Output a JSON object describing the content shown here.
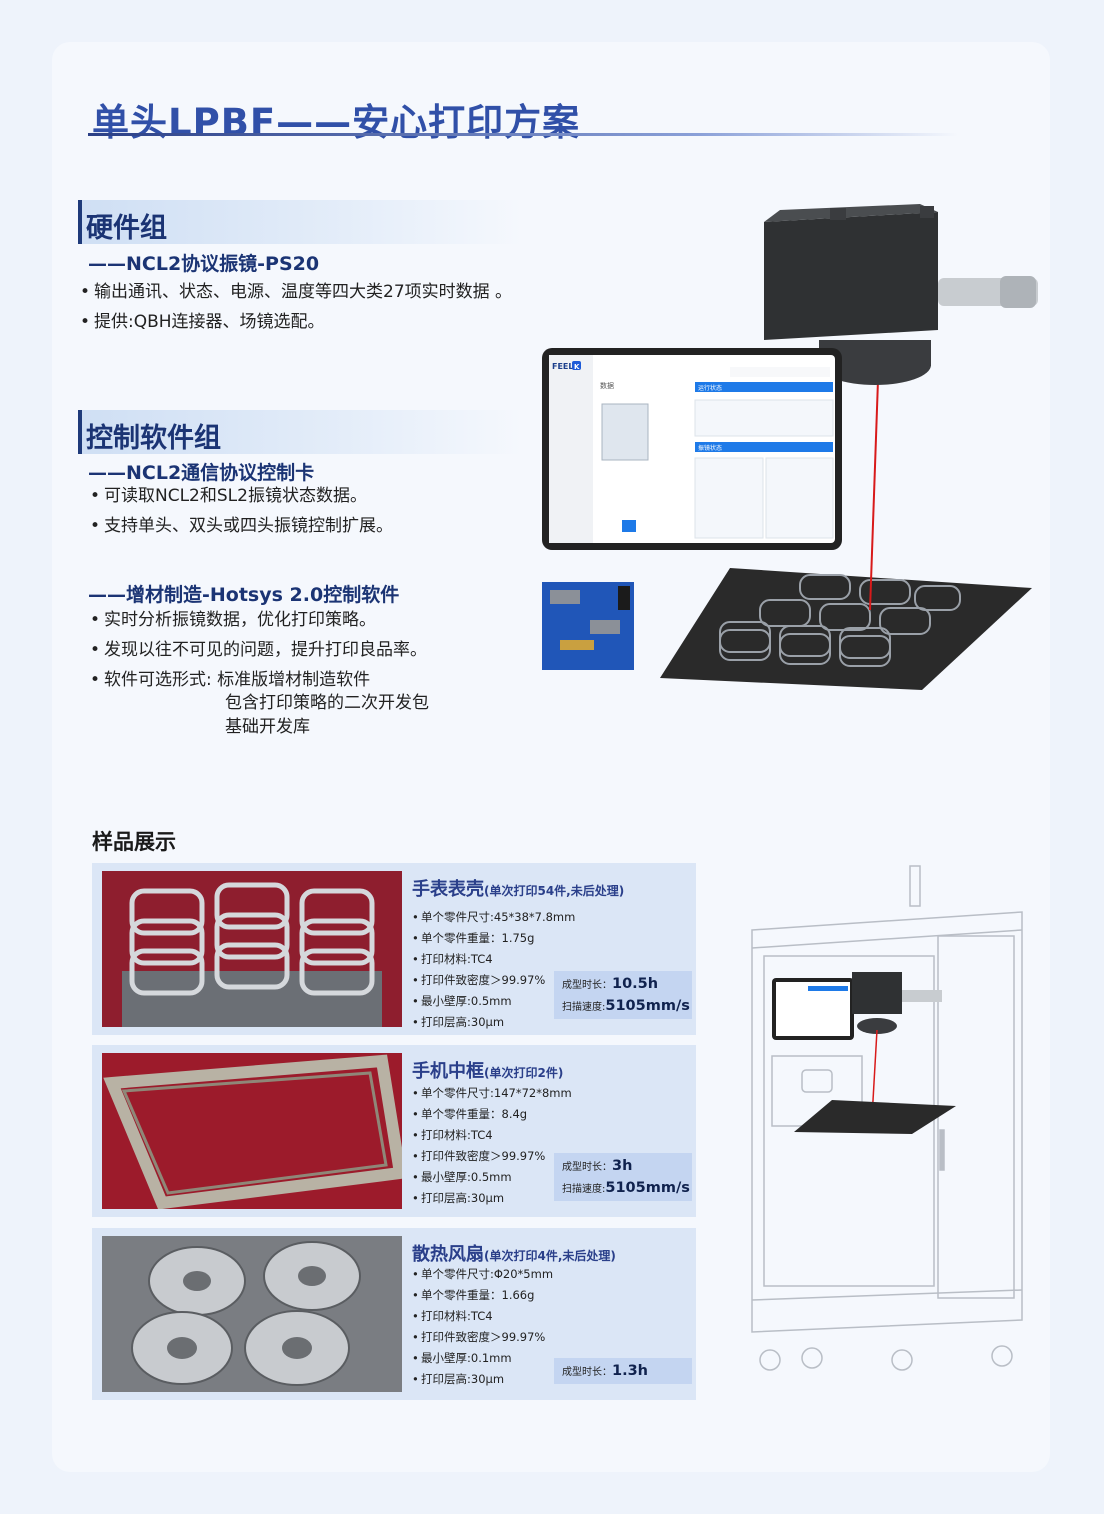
{
  "page": {
    "title": "单头LPBF——安心打印方案"
  },
  "hardware": {
    "heading": "硬件组",
    "subtitle": "——NCL2协议振镜-PS20",
    "bullets": [
      "输出通讯、状态、电源、温度等四大类27项实时数据 。",
      "提供:QBH连接器、场镜选配。"
    ]
  },
  "software": {
    "heading": "控制软件组",
    "card_subtitle": "——NCL2通信协议控制卡",
    "card_bullets": [
      "可读取NCL2和SL2振镜状态数据。",
      "支持单头、双头或四头振镜控制扩展。"
    ],
    "hotsys_subtitle": "——增材制造-Hotsys 2.0控制软件",
    "hotsys_bullets": [
      "实时分析振镜数据，优化打印策略。",
      "发现以往不可见的问题，提升打印良品率。",
      "软件可选形式: 标准版增材制造软件"
    ],
    "hotsys_options_more": [
      "包含打印策略的二次开发包",
      "基础开发库"
    ]
  },
  "tablet_ui": {
    "brand": "FEELT",
    "brand_badge": "K",
    "panel_label": "数据",
    "status_label": "运行状态",
    "galvo_label": "振镜状态"
  },
  "samples": {
    "heading": "样品展示",
    "items": [
      {
        "name": "手表表壳",
        "note": "(单次打印54件,未后处理)",
        "specs": [
          "单个零件尺寸:45*38*7.8mm",
          "单个零件重量：1.75g",
          "打印材料:TC4",
          "打印件致密度＞99.97%",
          "最小壁厚:0.5mm",
          "打印层高:30μm"
        ],
        "time_label": "成型时长：",
        "time_value": "10.5h",
        "speed_label": "扫描速度:",
        "speed_value": "5105mm/s"
      },
      {
        "name": "手机中框",
        "note": "(单次打印2件)",
        "specs": [
          "单个零件尺寸:147*72*8mm",
          "单个零件重量：8.4g",
          "打印材料:TC4",
          "打印件致密度＞99.97%",
          "最小壁厚:0.5mm",
          "打印层高:30μm"
        ],
        "time_label": "成型时长：",
        "time_value": "3h",
        "speed_label": "扫描速度:",
        "speed_value": "5105mm/s"
      },
      {
        "name": "散热风扇",
        "note": "(单次打印4件,未后处理)",
        "specs": [
          "单个零件尺寸:Φ20*5mm",
          "单个零件重量：1.66g",
          "打印材料:TC4",
          "打印件致密度＞99.97%",
          "最小壁厚:0.1mm",
          "打印层高:30μm"
        ],
        "time_label": "成型时长：",
        "time_value": "1.3h"
      }
    ]
  },
  "colors": {
    "title": "#3150a8",
    "heading": "#1b3474",
    "sample_bg": "#dbe6f6",
    "stat_bg": "#c4d5f1",
    "laser": "#d81a1a"
  }
}
